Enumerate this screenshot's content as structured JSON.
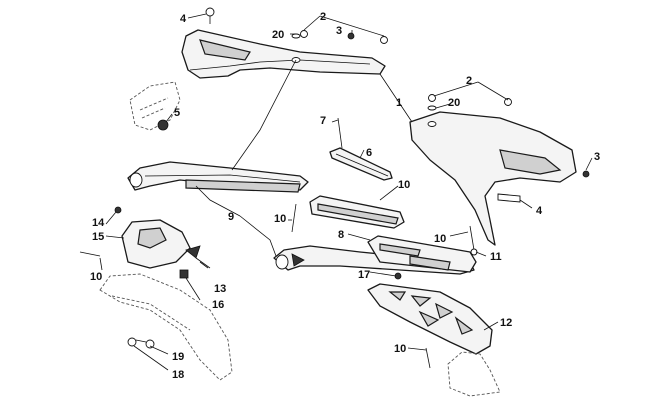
{
  "diagram": {
    "callouts": [
      "4",
      "2",
      "20",
      "3",
      "5",
      "1",
      "2",
      "20",
      "7",
      "6",
      "10",
      "3",
      "4",
      "9",
      "10",
      "14",
      "15",
      "8",
      "10",
      "11",
      "10",
      "13",
      "17",
      "16",
      "12",
      "10",
      "19",
      "18"
    ]
  }
}
